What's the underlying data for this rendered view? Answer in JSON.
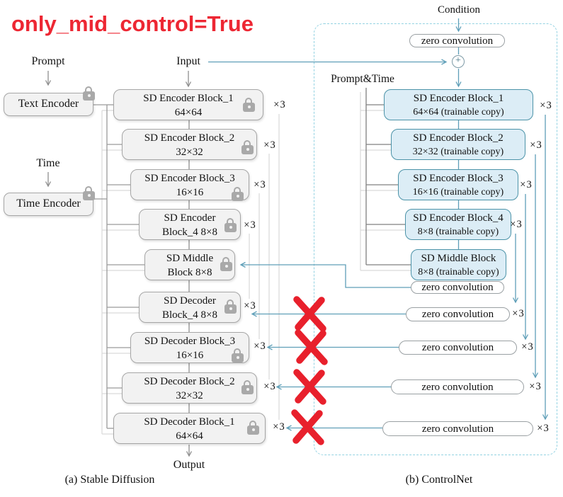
{
  "title": "only_mid_control=True",
  "captions": {
    "a": "(a) Stable Diffusion",
    "b": "(b) ControlNet"
  },
  "io_labels": {
    "prompt": "Prompt",
    "time": "Time",
    "input": "Input",
    "output": "Output",
    "condition": "Condition",
    "prompt_and_time": "Prompt&Time"
  },
  "multiplier_label": "×3",
  "plus_sign": "+",
  "stable_diffusion": {
    "text_encoder": "Text Encoder",
    "time_encoder": "Time Encoder",
    "blocks": [
      {
        "line1": "SD Encoder Block_1",
        "line2": "64×64"
      },
      {
        "line1": "SD Encoder Block_2",
        "line2": "32×32"
      },
      {
        "line1": "SD Encoder Block_3",
        "line2": "16×16"
      },
      {
        "line1": "SD Encoder",
        "line2": "Block_4 8×8"
      },
      {
        "line1": "SD Middle",
        "line2": "Block 8×8"
      },
      {
        "line1": "SD Decoder",
        "line2": "Block_4 8×8"
      },
      {
        "line1": "SD Decoder Block_3",
        "line2": "16×16"
      },
      {
        "line1": "SD Decoder Block_2",
        "line2": "32×32"
      },
      {
        "line1": "SD Decoder Block_1",
        "line2": "64×64"
      }
    ]
  },
  "controlnet": {
    "zero_conv_in": "zero convolution",
    "zero_conv_mid": "zero convolution",
    "zero_conv_outs": [
      "zero convolution",
      "zero convolution",
      "zero convolution",
      "zero convolution"
    ],
    "blocks": [
      {
        "line1": "SD Encoder Block_1",
        "line2": "64×64 (trainable copy)"
      },
      {
        "line1": "SD Encoder Block_2",
        "line2": "32×32 (trainable copy)"
      },
      {
        "line1": "SD Encoder Block_3",
        "line2": "16×16 (trainable copy)"
      },
      {
        "line1": "SD Encoder Block_4",
        "line2": "8×8 (trainable copy)"
      },
      {
        "line1": "SD Middle Block",
        "line2": "8×8 (trainable copy)"
      }
    ]
  },
  "colors": {
    "accent_red": "#ed2733",
    "cross_red": "#e8202c",
    "teal_line": "#5f9fb8",
    "dashed_border": "#93d2e2",
    "gray_box_fill": "#f2f2f2",
    "gray_box_border": "#a6a6a6",
    "trainable_fill": "#dcedf6",
    "trainable_border": "#4c93a8"
  }
}
